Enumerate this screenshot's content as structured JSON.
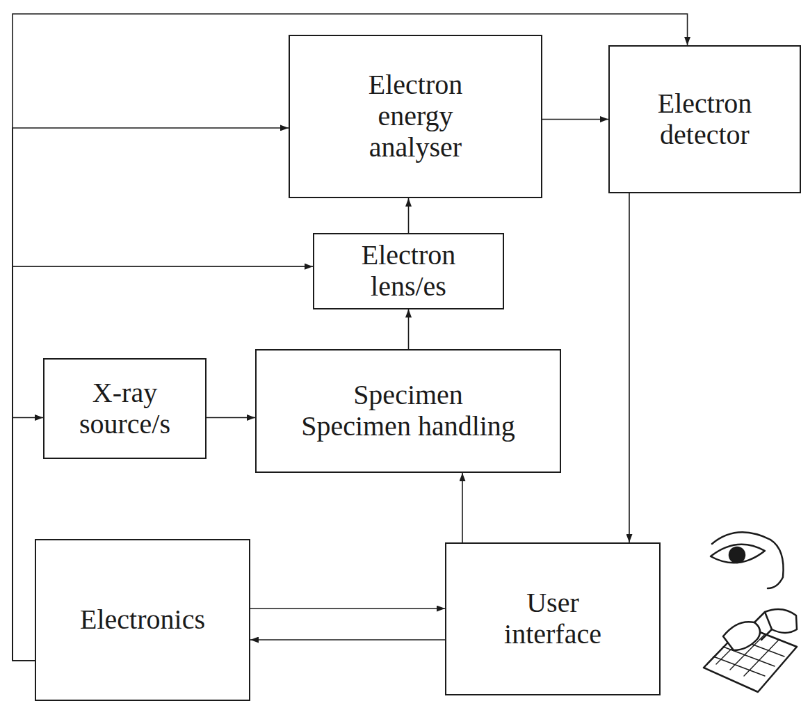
{
  "diagram": {
    "nodes": [
      {
        "text": [
          "Electron energy analyser"
        ]
      },
      {
        "text": [
          "Electron detector"
        ]
      },
      {
        "text": [
          "Electron lens/es"
        ]
      },
      {
        "text": [
          "X-ray source/s"
        ]
      },
      {
        "text": [
          "Specimen",
          "Specimen handling"
        ]
      },
      {
        "text": [
          "Electronics"
        ]
      },
      {
        "text": [
          "User interface"
        ]
      }
    ],
    "edges": [
      {
        "from": 5,
        "to": 0,
        "arrow": "to"
      },
      {
        "from": 5,
        "to": 1,
        "arrow": "to"
      },
      {
        "from": 5,
        "to": 2,
        "arrow": "to"
      },
      {
        "from": 5,
        "to": 3,
        "arrow": "to"
      },
      {
        "from": 3,
        "to": 4,
        "arrow": "to"
      },
      {
        "from": 4,
        "to": 2,
        "arrow": "to"
      },
      {
        "from": 2,
        "to": 0,
        "arrow": "to"
      },
      {
        "from": 0,
        "to": 1,
        "arrow": "to"
      },
      {
        "from": 1,
        "to": 6,
        "arrow": "to"
      },
      {
        "from": 6,
        "to": 4,
        "arrow": "to"
      },
      {
        "from": 5,
        "to": 6,
        "arrow": "to"
      },
      {
        "from": 6,
        "to": 5,
        "arrow": "to"
      }
    ]
  }
}
